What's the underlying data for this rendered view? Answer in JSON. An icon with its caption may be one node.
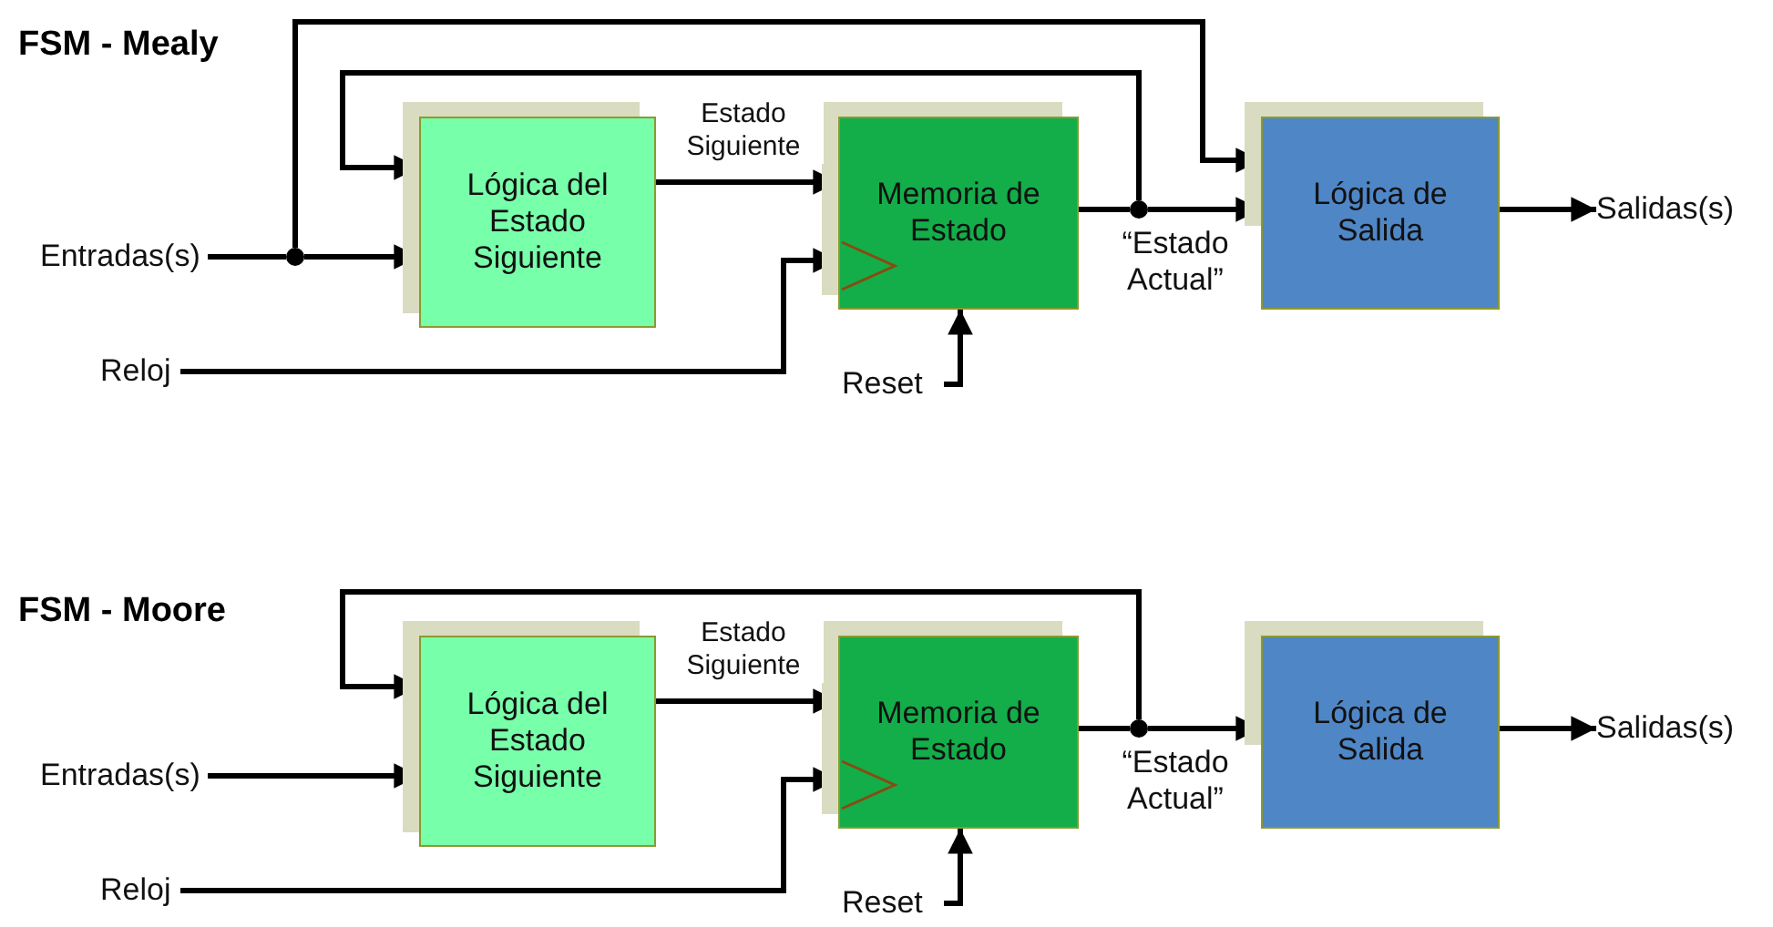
{
  "diagram": {
    "nodes": [
      {
        "text": [
          "Lógica del Estado Siguiente"
        ]
      },
      {
        "text": [
          "Memoria de Estado"
        ]
      },
      {
        "text": [
          "Lógica de Salida"
        ]
      },
      {
        "text": [],
        "shape": "circle"
      },
      {
        "text": [
          "Salidas(s)"
        ]
      },
      {
        "text": [
          "Entradas(s)"
        ]
      },
      {
        "text": [],
        "shape": "circle"
      },
      {
        "text": [
          "Reloj"
        ]
      },
      {
        "text": [
          "Reset"
        ]
      },
      {
        "text": [
          "Lógica del Estado Siguiente"
        ]
      },
      {
        "text": [
          "Memoria de Estado"
        ]
      },
      {
        "text": [
          "Lógica de Salida"
        ]
      },
      {
        "text": [],
        "shape": "circle"
      },
      {
        "text": [
          "Salidas(s)"
        ]
      },
      {
        "text": [
          "Entradas(s)"
        ]
      },
      {
        "text": [
          "Reloj"
        ]
      },
      {
        "text": [
          "Reset"
        ]
      }
    ],
    "edges": [
      {
        "from": 5,
        "to": 6,
        "arrow": "none"
      },
      {
        "from": 6,
        "to": 0,
        "arrow": "to"
      },
      {
        "from": 6,
        "to": 2,
        "arrow": "to"
      },
      {
        "from": 0,
        "to": 1,
        "arrow": "to",
        "label": "Estado Siguiente"
      },
      {
        "from": 7,
        "to": 1,
        "arrow": "to"
      },
      {
        "from": 1,
        "to": 3,
        "arrow": "none"
      },
      {
        "from": 3,
        "to": 2,
        "arrow": "to",
        "label": "“Estado Actual”"
      },
      {
        "from": 3,
        "to": 0,
        "arrow": "to"
      },
      {
        "from": 2,
        "to": 4,
        "arrow": "to"
      },
      {
        "from": 8,
        "to": 1,
        "arrow": "to"
      },
      {
        "from": 14,
        "to": 9,
        "arrow": "to"
      },
      {
        "from": 9,
        "to": 10,
        "arrow": "to",
        "label": "Estado Siguiente"
      },
      {
        "from": 15,
        "to": 10,
        "arrow": "to"
      },
      {
        "from": 10,
        "to": 12,
        "arrow": "none"
      },
      {
        "from": 12,
        "to": 11,
        "arrow": "to",
        "label": "“Estado Actual”"
      },
      {
        "from": 12,
        "to": 9,
        "arrow": "to"
      },
      {
        "from": 11,
        "to": 13,
        "arrow": "to"
      },
      {
        "from": 16,
        "to": 10,
        "arrow": "to"
      }
    ],
    "labels": [
      "FSM - Mealy",
      "FSM - Moore"
    ]
  }
}
